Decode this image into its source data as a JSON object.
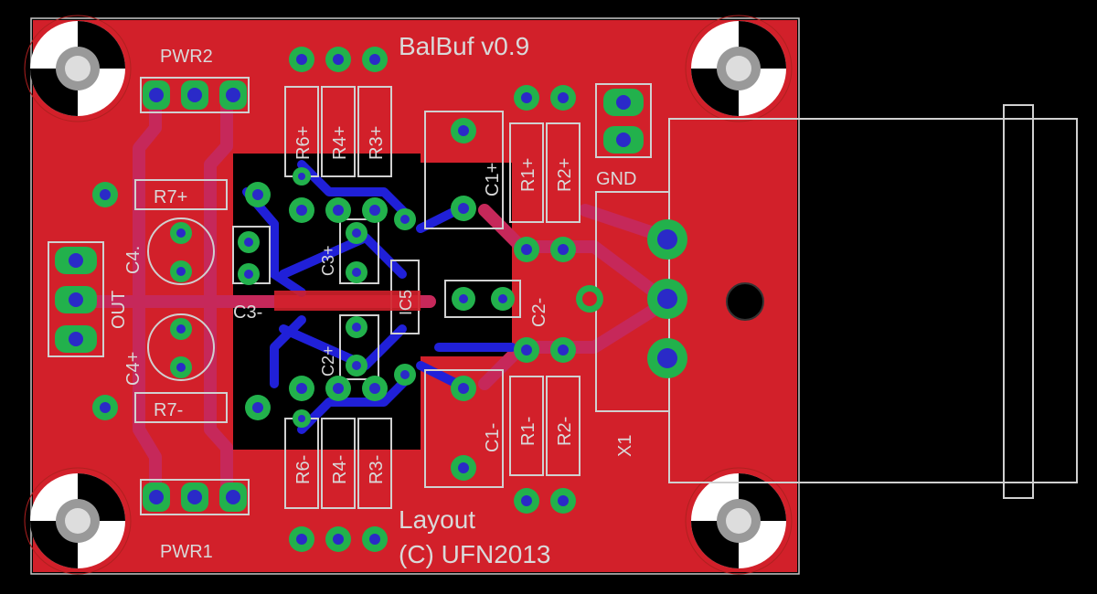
{
  "board": {
    "title": "BalBuf v0.9",
    "credit_line1": "Layout",
    "credit_line2": "(C) UFN2013",
    "colors": {
      "background": "#000000",
      "copper_top": "#d2202a",
      "trace_top": "#c6285a",
      "trace_bottom": "#2020d8",
      "pad": "#22b14c",
      "silk": "#d9d9d9"
    }
  },
  "labels": {
    "pwr2": "PWR2",
    "pwr1": "PWR1",
    "out": "OUT",
    "gnd": "GND",
    "x1": "X1",
    "r7p": "R7+",
    "r7m": "R7-",
    "c4p_top": "C4.",
    "c4p": "C4+",
    "c3m": "C3-",
    "c3p": "C3+",
    "c2p": "C2+",
    "c2m": "C2-",
    "c1p": "C1+",
    "c1m": "C1-",
    "ic5": "IC5",
    "r6p": "R6+",
    "r4p": "R4+",
    "r3p": "R3+",
    "r6m": "R6-",
    "r4m": "R4-",
    "r3m": "R3-",
    "r1p": "R1+",
    "r2p": "R2+",
    "r1m": "R1-",
    "r2m": "R2-"
  }
}
